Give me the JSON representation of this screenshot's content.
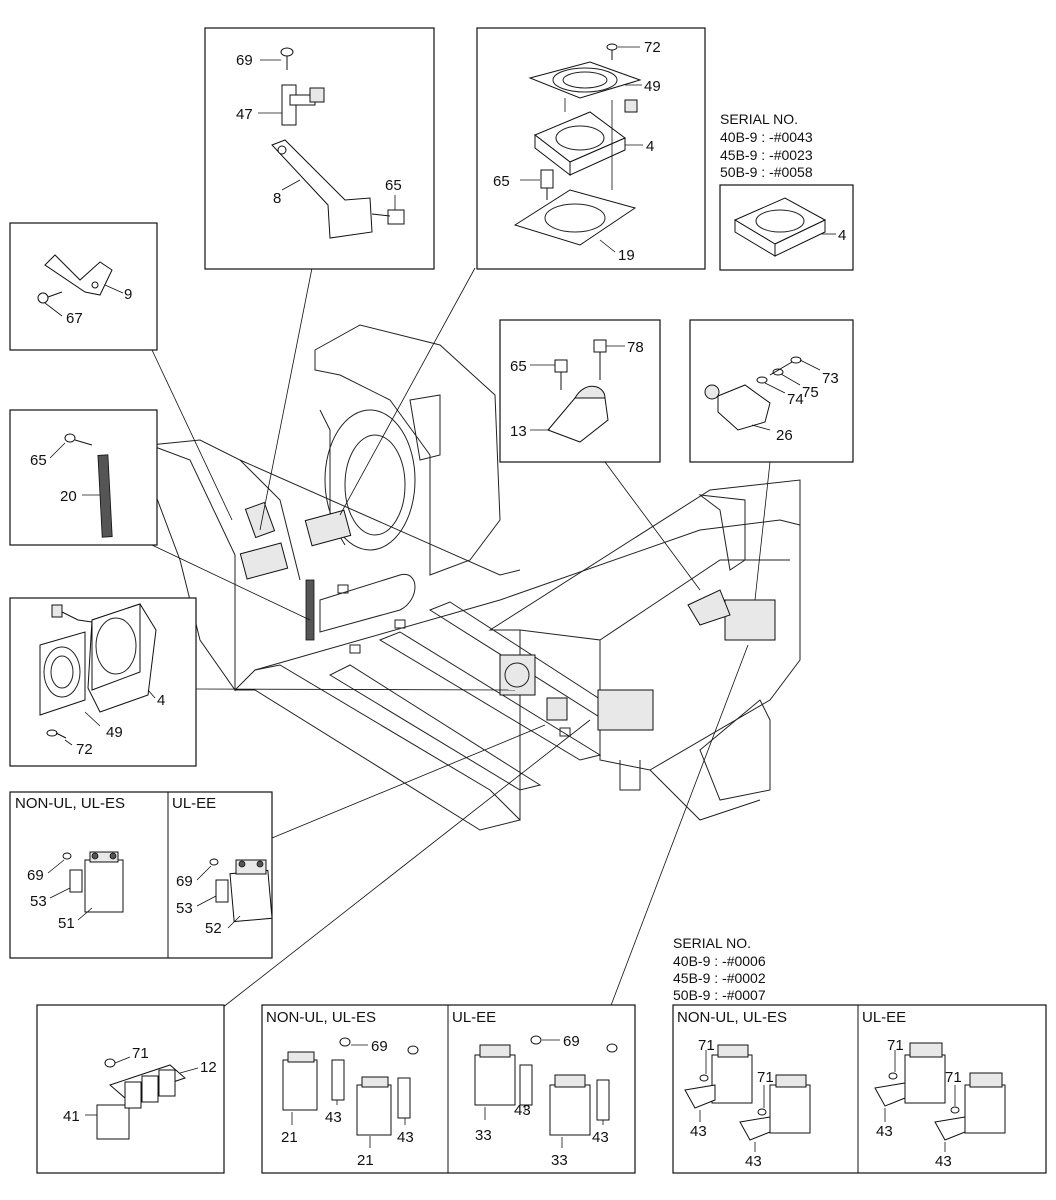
{
  "figure": {
    "serial_box_top": {
      "title": "SERIAL NO.",
      "lines": [
        "40B-9 : -#0043",
        "45B-9 : -#0023",
        "50B-9 : -#0058"
      ]
    },
    "serial_box_bottom": {
      "title": "SERIAL NO.",
      "lines": [
        "40B-9 : -#0006",
        "45B-9 : -#0002",
        "50B-9 : -#0007"
      ]
    },
    "variant_headers": {
      "non_ul": "NON-UL, UL-ES",
      "ul_ee": "UL-EE"
    },
    "callouts": {
      "sensor_box": [
        "69",
        "47",
        "8",
        "65"
      ],
      "fan_top_box": [
        "72",
        "49",
        "4",
        "65",
        "19"
      ],
      "fan_serial_box": [
        "4"
      ],
      "bracket9_box": [
        "9",
        "67"
      ],
      "strip20_box": [
        "65",
        "20"
      ],
      "fan_left_box": [
        "4",
        "49",
        "72"
      ],
      "pedal_box": [
        "78",
        "65",
        "13"
      ],
      "switch_box": [
        "73",
        "75",
        "74",
        "26"
      ],
      "contactor_mid": [
        "69",
        "53",
        "51",
        "69",
        "53",
        "52"
      ],
      "relay_box": [
        "71",
        "12",
        "41"
      ],
      "contactor_bottom_mid": [
        "69",
        "43",
        "21",
        "43",
        "21",
        "69",
        "43",
        "33",
        "43",
        "33"
      ],
      "contactor_bottom_right": [
        "71",
        "71",
        "43",
        "43",
        "71",
        "71",
        "43",
        "43"
      ]
    }
  }
}
